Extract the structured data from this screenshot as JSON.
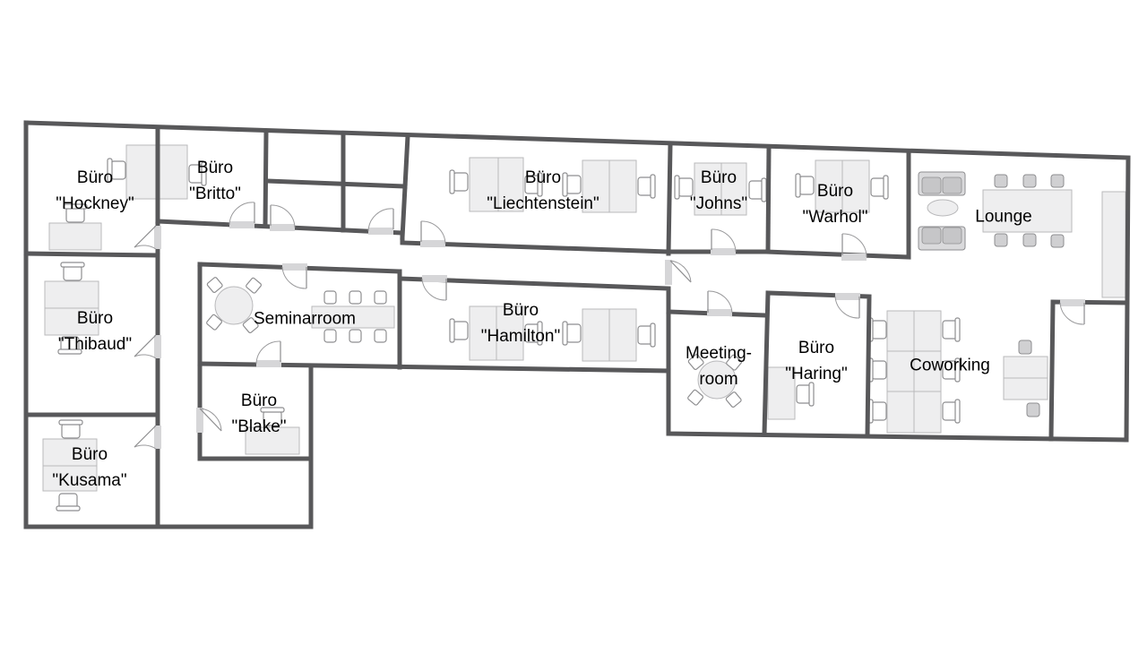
{
  "floorplan": {
    "rooms": [
      {
        "id": "hockney",
        "line1": "Büro",
        "line2": "\"Hockney\""
      },
      {
        "id": "britto",
        "line1": "Büro",
        "line2": "\"Britto\""
      },
      {
        "id": "liechtenstein",
        "line1": "Büro",
        "line2": "\"Liechtenstein\""
      },
      {
        "id": "johns",
        "line1": "Büro",
        "line2": "\"Johns\""
      },
      {
        "id": "warhol",
        "line1": "Büro",
        "line2": "\"Warhol\""
      },
      {
        "id": "lounge",
        "line1": "Lounge",
        "line2": ""
      },
      {
        "id": "thibaud",
        "line1": "Büro",
        "line2": "\"Thibaud\""
      },
      {
        "id": "seminarroom",
        "line1": "Seminarroom",
        "line2": ""
      },
      {
        "id": "hamilton",
        "line1": "Büro",
        "line2": "\"Hamilton\""
      },
      {
        "id": "meetingroom",
        "line1": "Meeting-",
        "line2": "room"
      },
      {
        "id": "haring",
        "line1": "Büro",
        "line2": "\"Haring\""
      },
      {
        "id": "coworking",
        "line1": "Coworking",
        "line2": ""
      },
      {
        "id": "blake",
        "line1": "Büro",
        "line2": "\"Blake\""
      },
      {
        "id": "kusama",
        "line1": "Büro",
        "line2": "\"Kusama\""
      }
    ],
    "colors": {
      "wall": "#58585a",
      "door_gap": "#d6d6d8",
      "furniture_fill": "#eeeeef",
      "furniture_stroke": "#b9b9bb"
    }
  }
}
